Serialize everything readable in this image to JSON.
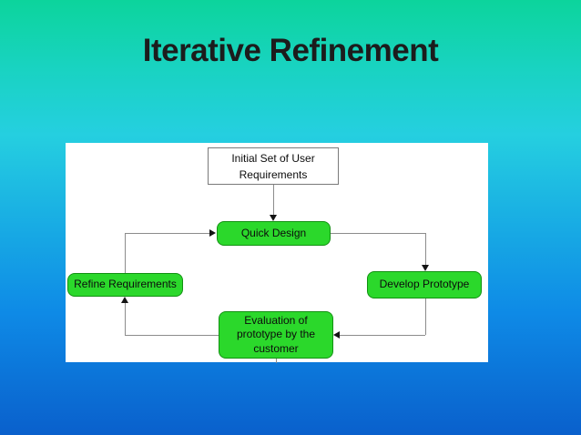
{
  "slide": {
    "title": "Iterative Refinement"
  },
  "diagram": {
    "nodes": {
      "initial": {
        "label": "Initial Set of User Requirements",
        "shape": "rectangle",
        "fill": "#ffffff"
      },
      "quick_design": {
        "label": "Quick Design",
        "shape": "rounded-rectangle",
        "fill": "#2bd82b"
      },
      "refine_requirements": {
        "label": "Refine Requirements",
        "shape": "rounded-rectangle",
        "fill": "#2bd82b"
      },
      "develop_prototype": {
        "label": "Develop Prototype",
        "shape": "rounded-rectangle",
        "fill": "#2bd82b"
      },
      "evaluation": {
        "label": "Evaluation of prototype by the customer",
        "shape": "rounded-rectangle",
        "fill": "#2bd82b"
      }
    },
    "edges": [
      {
        "from": "initial",
        "to": "quick_design"
      },
      {
        "from": "quick_design",
        "to": "develop_prototype"
      },
      {
        "from": "develop_prototype",
        "to": "evaluation"
      },
      {
        "from": "evaluation",
        "to": "refine_requirements"
      },
      {
        "from": "refine_requirements",
        "to": "quick_design"
      }
    ],
    "colors": {
      "node_fill": "#2bd82b",
      "node_border": "#129112",
      "start_fill": "#ffffff",
      "start_border": "#7a7a7a",
      "connector": "#8c8c8c",
      "arrowhead": "#141414",
      "panel_background": "#ffffff"
    }
  },
  "background": {
    "gradient_top": "#0cd49c",
    "gradient_cyan": "#25cfe0",
    "gradient_blue": "#0e8ae6",
    "gradient_bottom": "#0a60cc",
    "title_color": "#1c1c1c"
  }
}
